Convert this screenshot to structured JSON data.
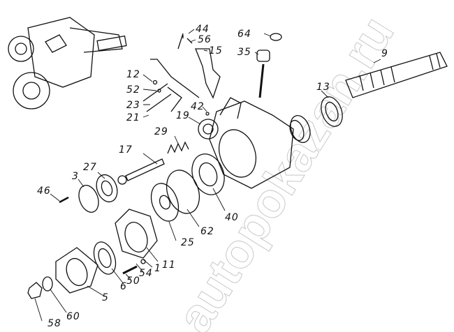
{
  "title": "Exploded parts diagram",
  "watermark": "autopokazan.ru",
  "labels": {
    "p44": "44",
    "p56": "56",
    "p15": "15",
    "p64": "64",
    "p35": "35",
    "p9": "9",
    "p12": "12",
    "p52": "52",
    "p23": "23",
    "p21": "21",
    "p42": "42",
    "p19": "19",
    "p13": "13",
    "p29": "29",
    "p17": "17",
    "p3": "3",
    "p27": "27",
    "p46": "46",
    "p40": "40",
    "p62": "62",
    "p25": "25",
    "p11": "11",
    "p1": "1",
    "p54": "54",
    "p50": "50",
    "p6": "6",
    "p5": "5",
    "p60": "60",
    "p58": "58"
  }
}
